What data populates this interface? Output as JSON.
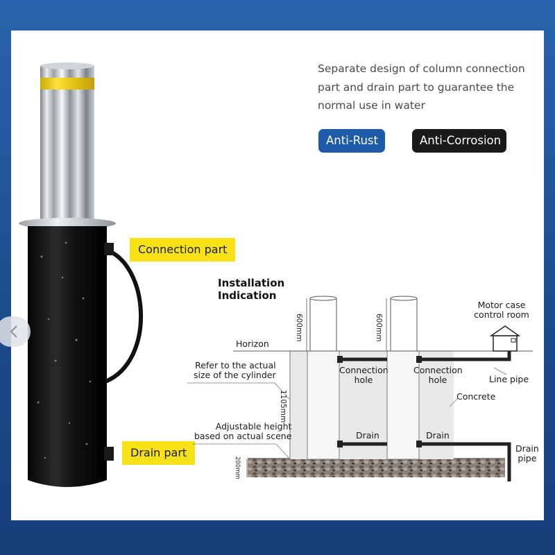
{
  "description": {
    "lines": [
      "Separate design of column connection",
      "part and drain part to guarantee the",
      "normal use in water"
    ]
  },
  "badges": {
    "anti_rust": "Anti-Rust",
    "anti_corrosion": "Anti-Corrosion"
  },
  "callouts": {
    "connection_part": "Connection part",
    "drain_part": "Drain part"
  },
  "diagram": {
    "title_line1": "Installation",
    "title_line2": "Indication",
    "height_left": "600mm",
    "height_right": "600mm",
    "depth": "1105mm",
    "gravel_depth": "200mm",
    "horizon": "Horizon",
    "refer_line1": "Refer to the actual",
    "refer_line2": "size of the cylinder",
    "adjust_line1": "Adjustable height",
    "adjust_line2": "based on actual scene",
    "connection_hole_1a": "Connection",
    "connection_hole_1b": "hole",
    "connection_hole_2a": "Connection",
    "connection_hole_2b": "hole",
    "concrete": "Concrete",
    "drain_1": "Drain",
    "drain_2": "Drain",
    "motor_line1": "Motor case",
    "motor_line2": "control room",
    "line_pipe": "Line pipe",
    "drain_pipe_line1": "Drain",
    "drain_pipe_line2": "pipe"
  },
  "colors": {
    "frame": "#1c4d8c",
    "anti_rust_badge": "#1d5aa8",
    "anti_corrosion_badge": "#1a1a1a",
    "callout": "#f7e21a",
    "bollard_band": "#f2d21c"
  },
  "icons": {
    "nav_prev": "chevron-left-icon",
    "motor_house": "house-icon"
  }
}
